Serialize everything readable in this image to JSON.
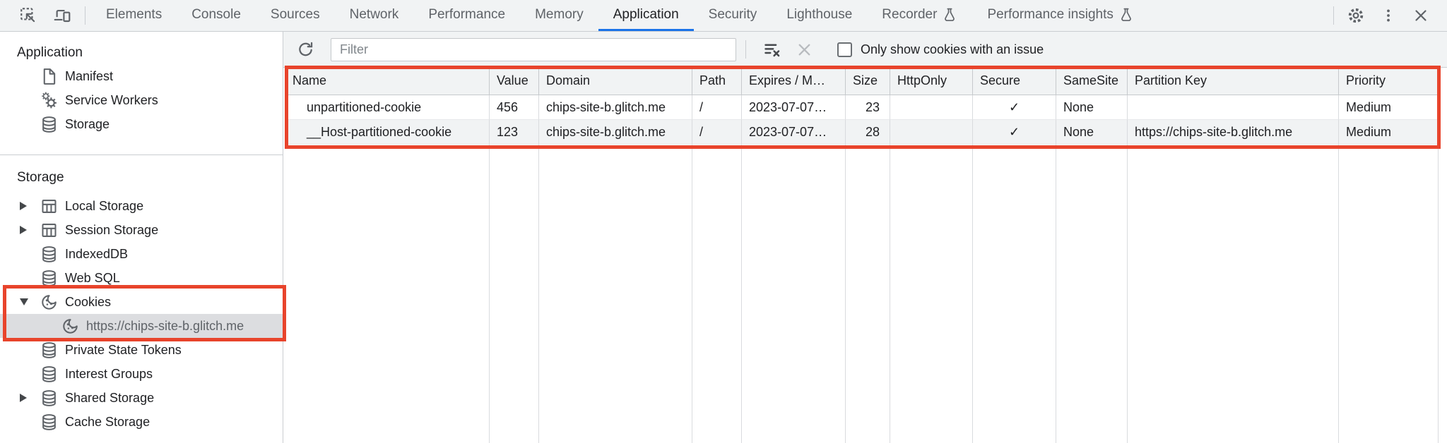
{
  "tabs": [
    {
      "label": "Elements",
      "active": false
    },
    {
      "label": "Console",
      "active": false
    },
    {
      "label": "Sources",
      "active": false
    },
    {
      "label": "Network",
      "active": false
    },
    {
      "label": "Performance",
      "active": false
    },
    {
      "label": "Memory",
      "active": false
    },
    {
      "label": "Application",
      "active": true
    },
    {
      "label": "Security",
      "active": false
    },
    {
      "label": "Lighthouse",
      "active": false
    },
    {
      "label": "Recorder",
      "active": false,
      "experimental": true
    },
    {
      "label": "Performance insights",
      "active": false,
      "experimental": true
    }
  ],
  "sidebar": {
    "app_section_title": "Application",
    "app_items": [
      {
        "label": "Manifest",
        "icon": "file-icon"
      },
      {
        "label": "Service Workers",
        "icon": "service-workers-icon"
      },
      {
        "label": "Storage",
        "icon": "database-icon"
      }
    ],
    "storage_section_title": "Storage",
    "storage_items": [
      {
        "label": "Local Storage",
        "icon": "table-icon",
        "expandable": true
      },
      {
        "label": "Session Storage",
        "icon": "table-icon",
        "expandable": true
      },
      {
        "label": "IndexedDB",
        "icon": "database-icon"
      },
      {
        "label": "Web SQL",
        "icon": "database-icon"
      },
      {
        "label": "Cookies",
        "icon": "cookie-icon",
        "expanded": true
      },
      {
        "label": "https://chips-site-b.glitch.me",
        "icon": "cookie-icon",
        "selected": true
      },
      {
        "label": "Private State Tokens",
        "icon": "database-icon"
      },
      {
        "label": "Interest Groups",
        "icon": "database-icon"
      },
      {
        "label": "Shared Storage",
        "icon": "database-icon",
        "expandable": true
      },
      {
        "label": "Cache Storage",
        "icon": "database-icon"
      }
    ]
  },
  "toolbar": {
    "filter_placeholder": "Filter",
    "filter_value": "",
    "issue_checkbox_label": "Only show cookies with an issue",
    "issue_checkbox_checked": false
  },
  "table": {
    "columns": [
      "Name",
      "Value",
      "Domain",
      "Path",
      "Expires / M…",
      "Size",
      "HttpOnly",
      "Secure",
      "SameSite",
      "Partition Key",
      "Priority"
    ],
    "rows": [
      {
        "name": "unpartitioned-cookie",
        "value": "456",
        "domain": "chips-site-b.glitch.me",
        "path": "/",
        "expires": "2023-07-07…",
        "size": "23",
        "httponly": "",
        "secure": "✓",
        "samesite": "None",
        "partition_key": "",
        "priority": "Medium"
      },
      {
        "name": "__Host-partitioned-cookie",
        "value": "123",
        "domain": "chips-site-b.glitch.me",
        "path": "/",
        "expires": "2023-07-07…",
        "size": "28",
        "httponly": "",
        "secure": "✓",
        "samesite": "None",
        "partition_key": "https://chips-site-b.glitch.me",
        "priority": "Medium"
      }
    ]
  },
  "icons": {
    "top_left": [
      "inspect-icon",
      "device-toolbar-icon"
    ],
    "top_right": [
      "settings-gear-icon",
      "more-menu-icon",
      "close-icon"
    ],
    "panel_toolbar": [
      "refresh-icon",
      "clear-filter-icon",
      "clear-search-icon"
    ],
    "tab_badge": "flask-icon"
  },
  "colors": {
    "accent_blue": "#1a73e8",
    "annotation_red": "#e8442c",
    "selection_gray": "#dcdde0",
    "bar_gray": "#f1f3f4"
  }
}
